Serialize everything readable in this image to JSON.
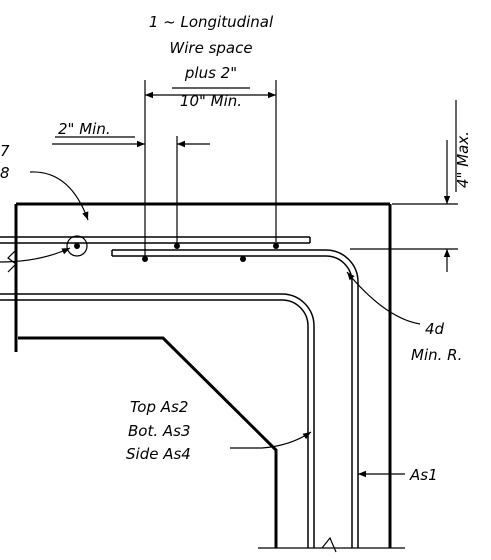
{
  "labels": {
    "line1": "1 ~ Longitudinal",
    "line2": "Wire space",
    "line3": "plus 2\"",
    "line4": "10\" Min.",
    "two_in_min": "2\" Min.",
    "four_in_max": "4\" Max.",
    "cut_left_top": "7",
    "cut_left_bottom": "8",
    "four_d": "4d",
    "min_r": "Min. R.",
    "top_as2": "Top As2",
    "bot_as3": "Bot. As3",
    "side_as4": "Side As4",
    "as1": "As1"
  }
}
